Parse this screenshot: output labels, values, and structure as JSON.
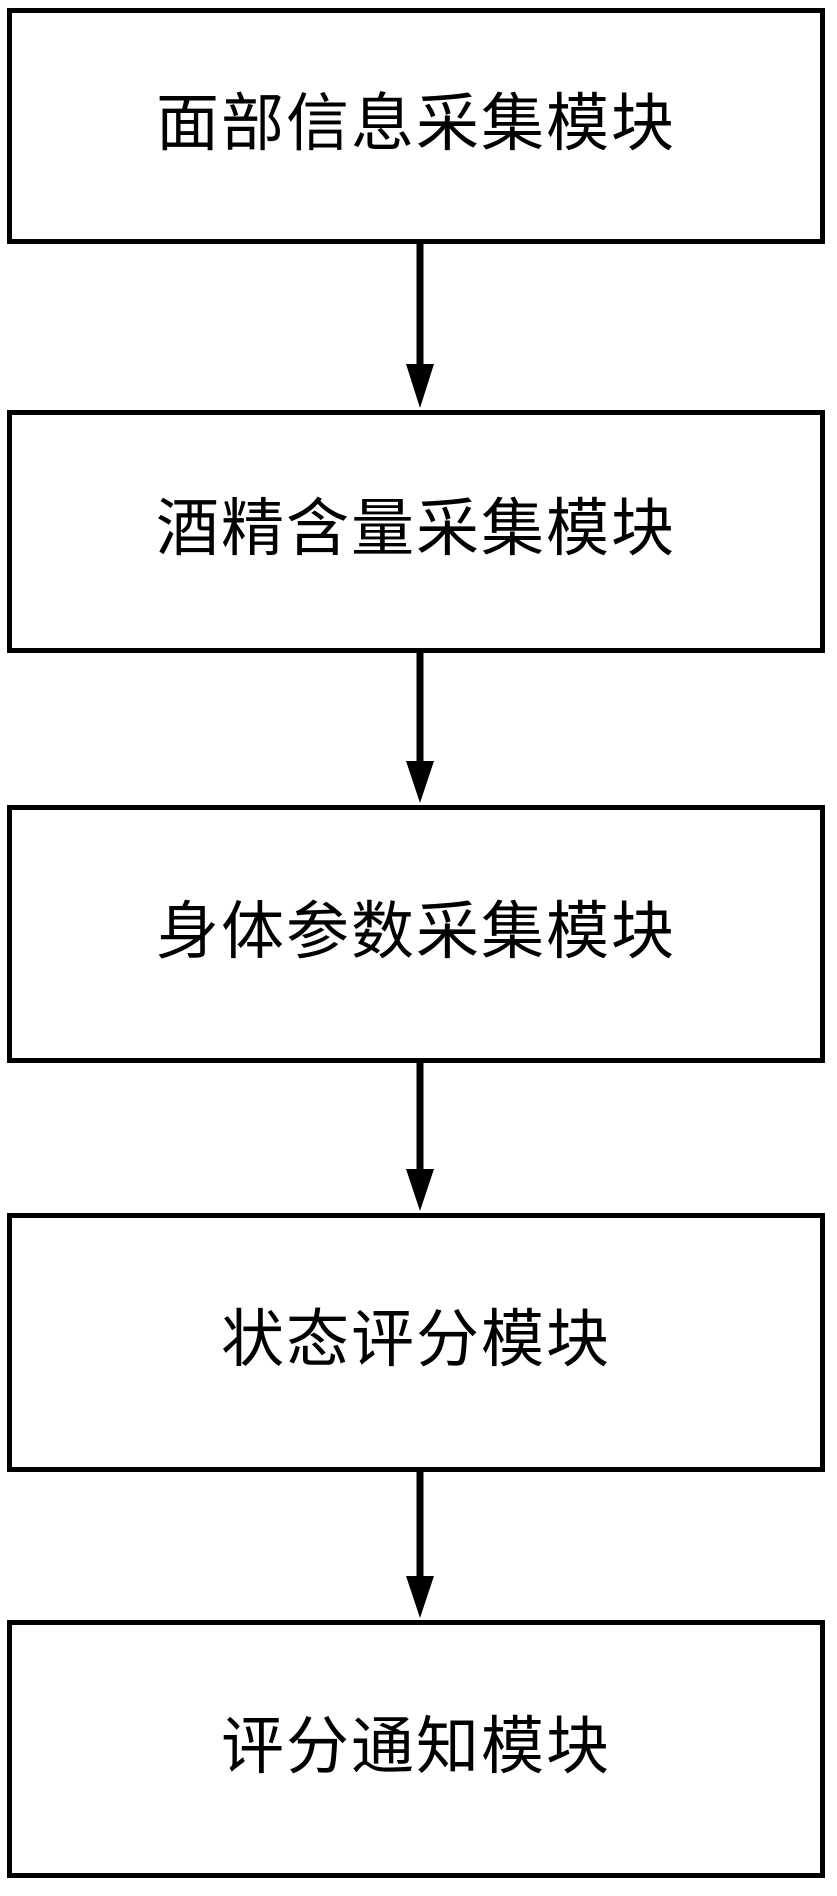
{
  "diagram": {
    "type": "flowchart",
    "orientation": "vertical-top-to-bottom",
    "background_color": "#ffffff",
    "line_color": "#000000",
    "node_fill_color": "#ffffff",
    "nodes": [
      {
        "id": "node-1",
        "label": "面部信息采集模块"
      },
      {
        "id": "node-2",
        "label": "酒精含量采集模块"
      },
      {
        "id": "node-3",
        "label": "身体参数采集模块"
      },
      {
        "id": "node-4",
        "label": "状态评分模块"
      },
      {
        "id": "node-5",
        "label": "评分通知模块"
      }
    ],
    "connectors": [
      {
        "id": "arrow-1",
        "from": "node-1",
        "to": "node-2",
        "style": "solid-arrow-down"
      },
      {
        "id": "arrow-2",
        "from": "node-2",
        "to": "node-3",
        "style": "solid-arrow-down"
      },
      {
        "id": "arrow-3",
        "from": "node-3",
        "to": "node-4",
        "style": "solid-arrow-down"
      },
      {
        "id": "arrow-4",
        "from": "node-4",
        "to": "node-5",
        "style": "solid-arrow-down"
      }
    ]
  }
}
